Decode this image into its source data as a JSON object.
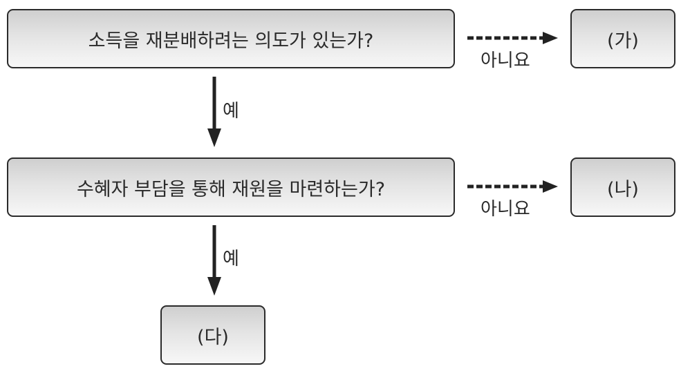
{
  "nodes": {
    "q1": "소득을 재분배하려는 의도가 있는가?",
    "q2": "수혜자 부담을 통해 재원을 마련하는가?",
    "a": "(가)",
    "b": "(나)",
    "c": "(다)"
  },
  "edges": {
    "q1_no": "아니요",
    "q1_yes": "예",
    "q2_no": "아니요",
    "q2_yes": "예"
  }
}
